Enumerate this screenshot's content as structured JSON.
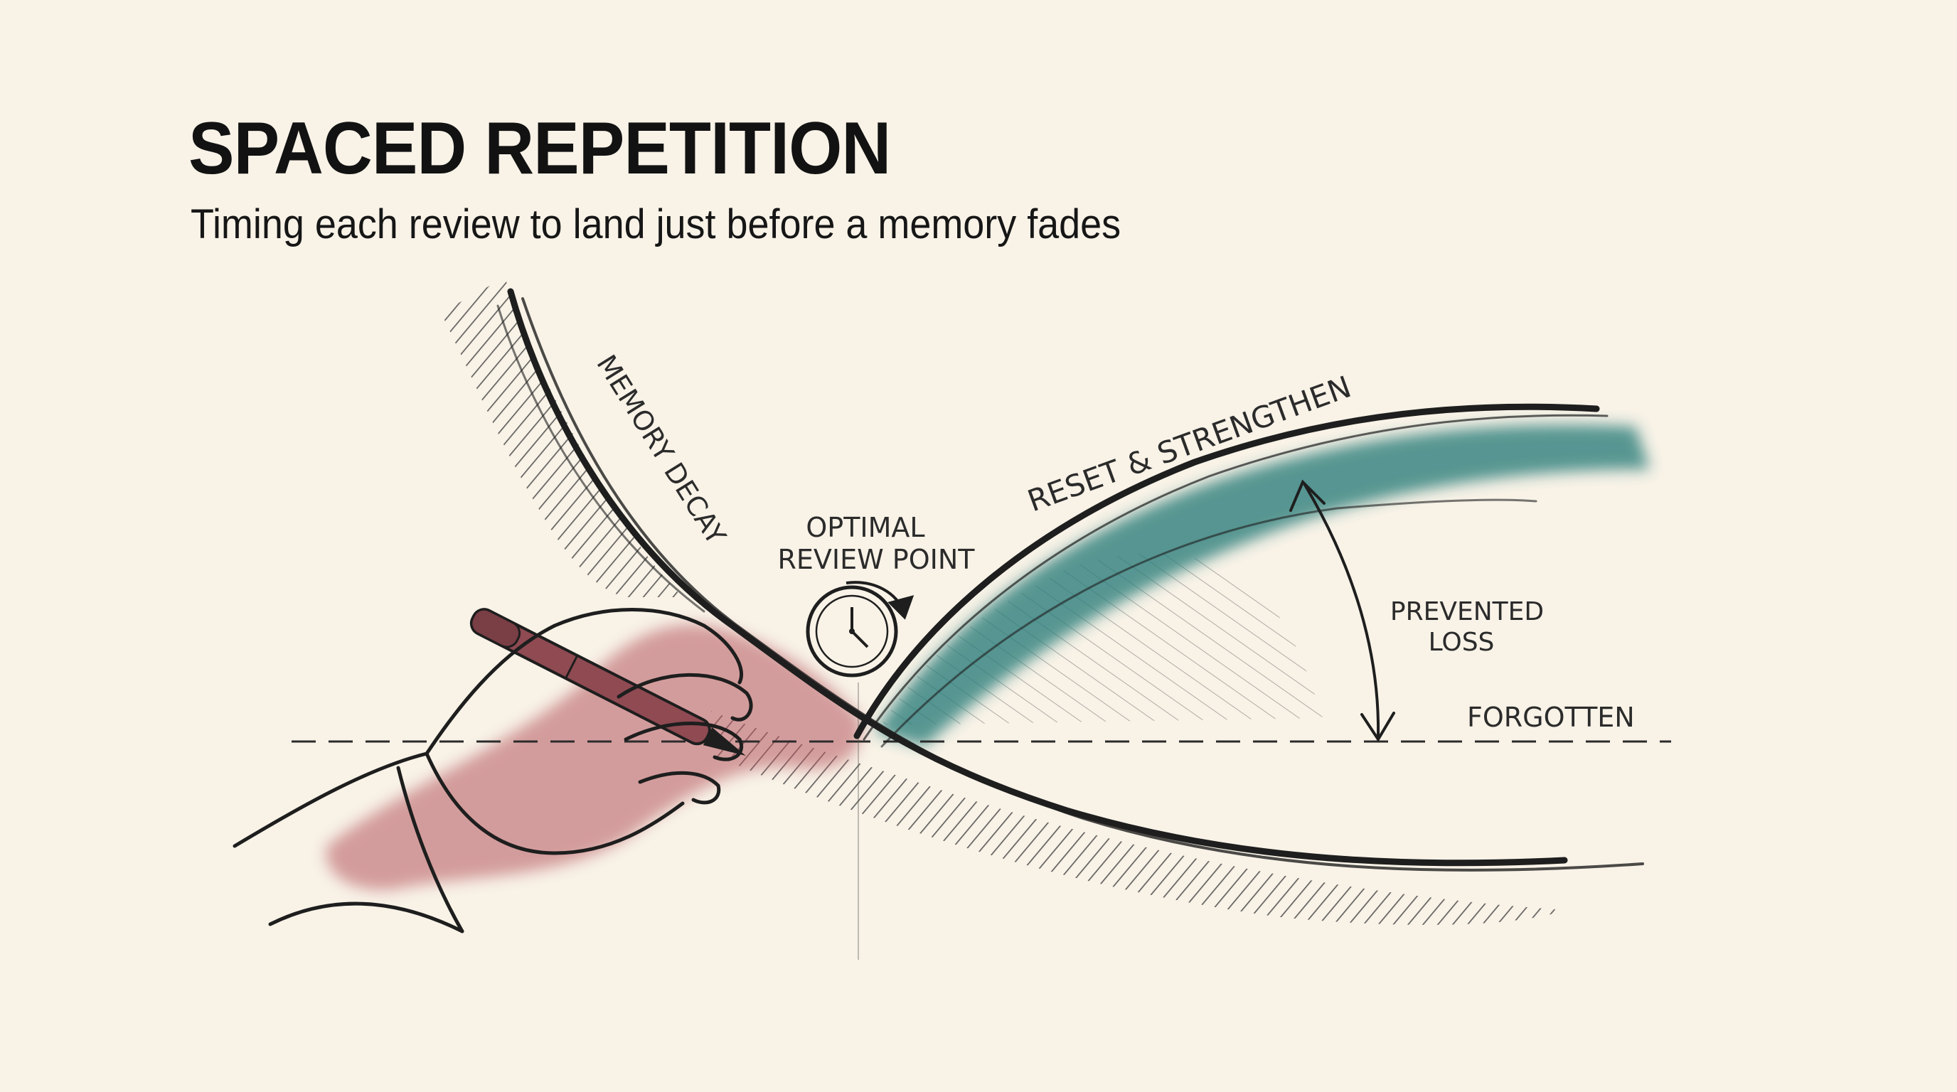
{
  "title": "SPACED REPETITION",
  "subtitle": "Timing each review to land just before a memory fades",
  "labels": {
    "memory_decay": "MEMORY DECAY",
    "optimal_line1": "OPTIMAL",
    "optimal_line2": "REVIEW POINT",
    "reset": "RESET & STRENGTHEN",
    "prevented_line1": "PREVENTED",
    "prevented_line2": "LOSS",
    "forgotten": "FORGOTTEN"
  },
  "colors": {
    "background": "#f8f2e7",
    "ink": "#1e1e1e",
    "teal_wash": "#2d7f7b",
    "red_wash": "#b5565e"
  },
  "icons": [
    "clock-icon",
    "refresh-arrow-icon",
    "pen-icon",
    "hand-illustration"
  ]
}
